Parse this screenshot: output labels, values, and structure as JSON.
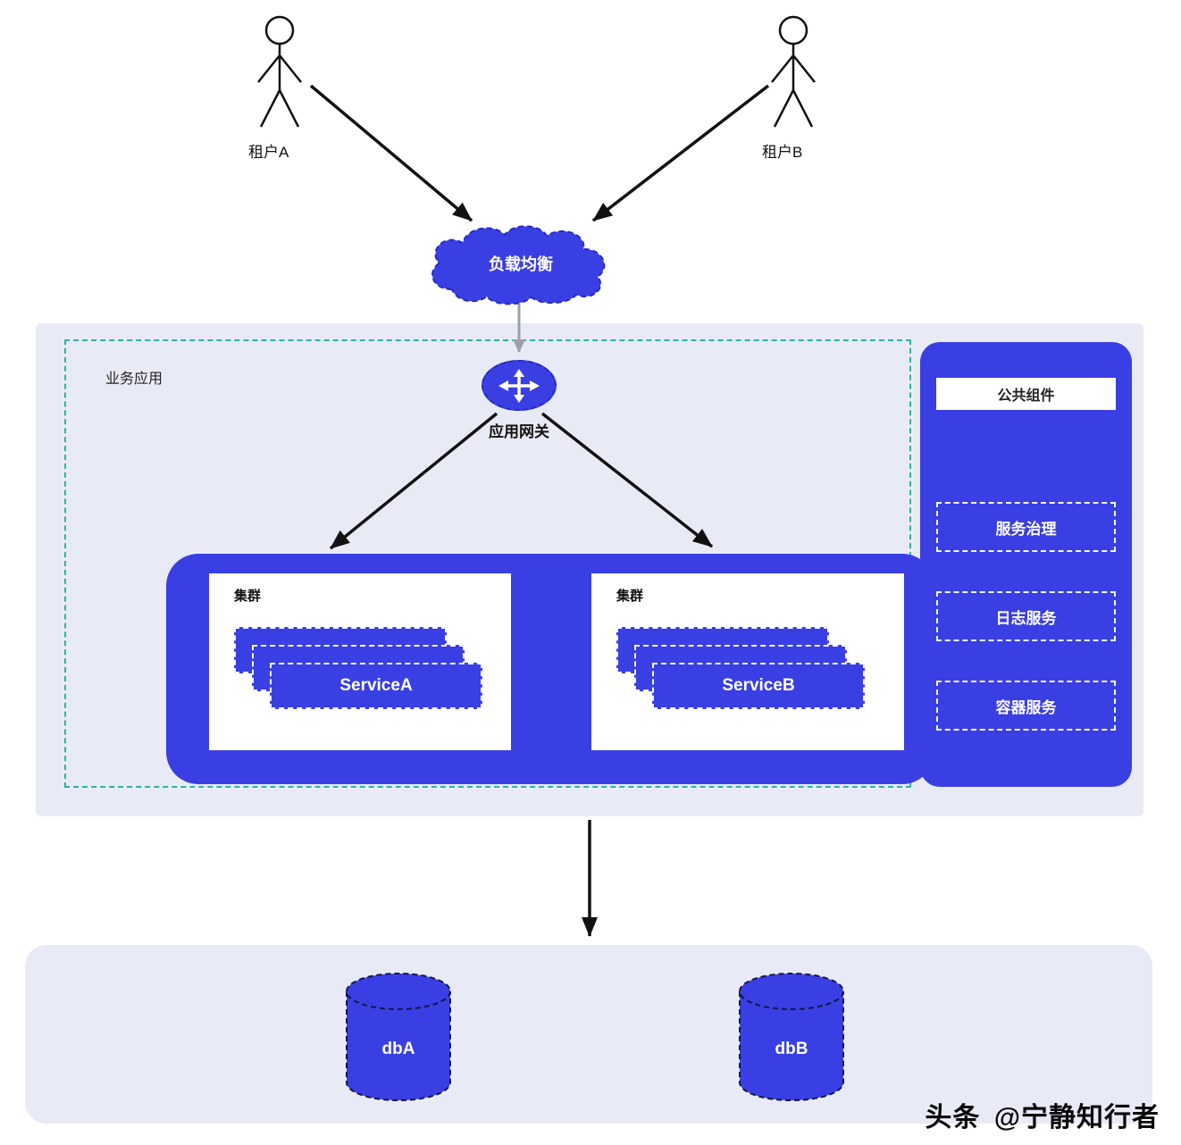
{
  "colors": {
    "primary_blue": "#3a3fe4",
    "panel_bg": "#e8ebf6",
    "boundary_teal": "#2eb3a2",
    "arrow_black": "#111111",
    "arrow_gray": "#9aa0a6",
    "text_white": "#ffffff"
  },
  "actors": [
    {
      "label": "租户A"
    },
    {
      "label": "租户B"
    }
  ],
  "load_balancer": {
    "label": "负载均衡"
  },
  "gateway": {
    "label": "应用网关"
  },
  "business_app": {
    "label": "业务应用",
    "clusters": [
      {
        "label": "集群",
        "service": "ServiceA"
      },
      {
        "label": "集群",
        "service": "ServiceB"
      }
    ]
  },
  "common_components": {
    "title": "公共组件",
    "items": [
      {
        "label": "服务治理"
      },
      {
        "label": "日志服务"
      },
      {
        "label": "容器服务"
      }
    ]
  },
  "databases": [
    {
      "label": "dbA"
    },
    {
      "label": "dbB"
    }
  ],
  "watermark": {
    "logo": "头条",
    "handle": "@宁静知行者"
  }
}
